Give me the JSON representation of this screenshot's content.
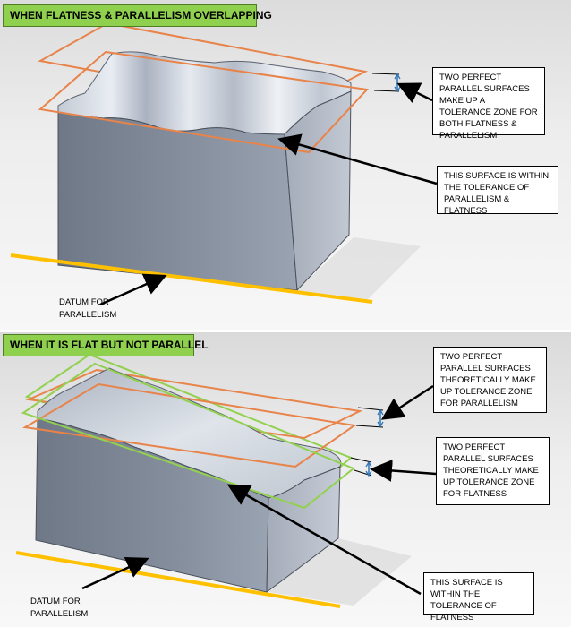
{
  "top_panel": {
    "banner": "WHEN FLATNESS & PARALLELISM OVERLAPPING",
    "callout_zone": "TWO PERFECT PARALLEL SURFACES MAKE UP A TOLERANCE ZONE FOR BOTH FLATNESS & PARALLELISM",
    "callout_surface": "THIS SURFACE IS WITHIN THE TOLERANCE OF PARALLELISM & FLATNESS",
    "datum_label_line1": "DATUM FOR",
    "datum_label_line2": "PARALLELISM"
  },
  "bottom_panel": {
    "banner": "WHEN IT IS FLAT BUT NOT PARALLEL",
    "callout_parallelism": "TWO PERFECT PARALLEL SURFACES THEORETICALLY MAKE UP TOLERANCE ZONE FOR PARALLELISM",
    "callout_flatness": "TWO PERFECT PARALLEL SURFACES THEORETICALLY MAKE UP TOLERANCE ZONE FOR FLATNESS",
    "callout_surface": "THIS SURFACE IS WITHIN THE TOLERANCE OF FLATNESS",
    "datum_label_line1": "DATUM FOR",
    "datum_label_line2": "PARALLELISM"
  },
  "colors": {
    "parallelism_zone": "#e8834a",
    "flatness_zone": "#92d050",
    "datum_line": "#ffc000",
    "banner": "#8fd14f",
    "dimension_arrow": "#2e75b6"
  }
}
